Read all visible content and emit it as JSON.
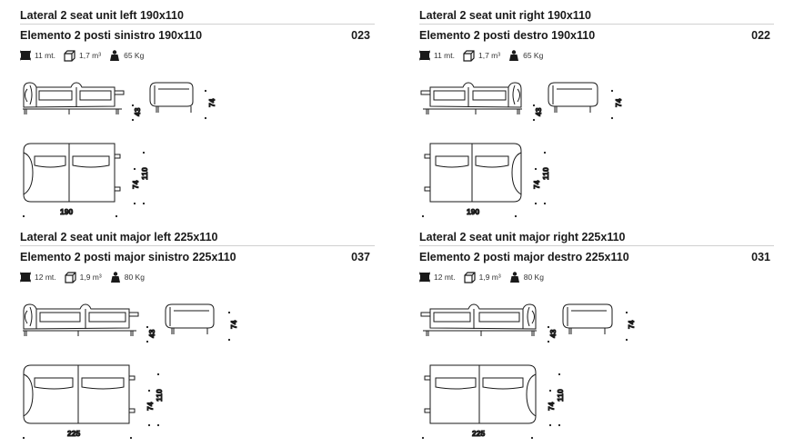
{
  "panels": [
    {
      "title_en": "Lateral 2 seat unit left 190x110",
      "title_it": "Elemento 2 posti sinistro 190x110",
      "code": "023",
      "specs": {
        "length": "11 mt.",
        "volume": "1,7 m³",
        "weight": "65 Kg"
      },
      "dims": {
        "width": "190",
        "depth": "110",
        "height": "74",
        "seat_height": "43",
        "side_height": "74",
        "plan_height": "74"
      }
    },
    {
      "title_en": "Lateral 2 seat unit right 190x110",
      "title_it": "Elemento 2 posti destro 190x110",
      "code": "022",
      "specs": {
        "length": "11 mt.",
        "volume": "1,7 m³",
        "weight": "65 Kg"
      },
      "dims": {
        "width": "190",
        "depth": "110",
        "height": "74",
        "seat_height": "43",
        "side_height": "74",
        "plan_height": "74"
      }
    },
    {
      "title_en": "Lateral 2 seat unit major left 225x110",
      "title_it": "Elemento 2 posti major sinistro 225x110",
      "code": "037",
      "specs": {
        "length": "12 mt.",
        "volume": "1,9 m³",
        "weight": "80 Kg"
      },
      "dims": {
        "width": "225",
        "depth": "110",
        "height": "74",
        "seat_height": "43",
        "side_height": "74",
        "plan_height": "74"
      }
    },
    {
      "title_en": "Lateral 2 seat unit major right 225x110",
      "title_it": "Elemento 2 posti major destro 225x110",
      "code": "031",
      "specs": {
        "length": "12 mt.",
        "volume": "1,9 m³",
        "weight": "80 Kg"
      },
      "dims": {
        "width": "225",
        "depth": "110",
        "height": "74",
        "seat_height": "43",
        "side_height": "74",
        "plan_height": "74"
      }
    }
  ],
  "icons": [
    "fabric-length-icon",
    "volume-box-icon",
    "weight-icon"
  ],
  "colors": {
    "ink": "#1a1a1a",
    "background": "#ffffff"
  }
}
